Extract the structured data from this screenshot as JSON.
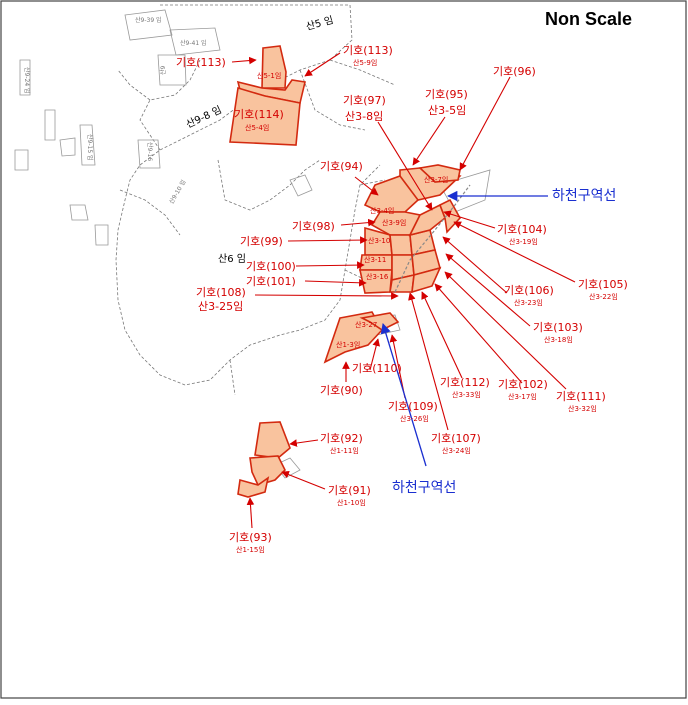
{
  "title": "Non Scale",
  "labels": {
    "l113a": {
      "main": "기호(113)",
      "sub": ""
    },
    "l113b": {
      "main": "기호(113)",
      "sub": "산5-9임"
    },
    "l114": {
      "main": "기호(114)",
      "sub": "산5-4임"
    },
    "l97": {
      "main": "기호(97)",
      "sub": "산3-8임"
    },
    "l95": {
      "main": "기호(95)",
      "sub": "산3-5임"
    },
    "l96": {
      "main": "기호(96)",
      "sub": ""
    },
    "l94": {
      "main": "기호(94)",
      "sub": ""
    },
    "l98": {
      "main": "기호(98)",
      "sub": ""
    },
    "l99": {
      "main": "기호(99)",
      "sub": ""
    },
    "l100": {
      "main": "기호(100)",
      "sub": ""
    },
    "l101": {
      "main": "기호(101)",
      "sub": ""
    },
    "l108": {
      "main": "기호(108)",
      "sub": "산3-25임"
    },
    "l104": {
      "main": "기호(104)",
      "sub": "산3-19임"
    },
    "l105": {
      "main": "기호(105)",
      "sub": "산3-22임"
    },
    "l106": {
      "main": "기호(106)",
      "sub": "산3-23임"
    },
    "l103": {
      "main": "기호(103)",
      "sub": "산3-18임"
    },
    "l111": {
      "main": "기호(111)",
      "sub": "산3-32임"
    },
    "l102": {
      "main": "기호(102)",
      "sub": "산3-17임"
    },
    "l112": {
      "main": "기호(112)",
      "sub": "산3-33임"
    },
    "l107": {
      "main": "기호(107)",
      "sub": "산3-24임"
    },
    "l109": {
      "main": "기호(109)",
      "sub": "산3-26임"
    },
    "l110": {
      "main": "기호(110)",
      "sub": ""
    },
    "l90": {
      "main": "기호(90)",
      "sub": ""
    },
    "l92": {
      "main": "기호(92)",
      "sub": "산1-11임"
    },
    "l91": {
      "main": "기호(91)",
      "sub": "산1-10임"
    },
    "l93": {
      "main": "기호(93)",
      "sub": "산1-15임"
    }
  },
  "black_labels": {
    "san5": "산5 임",
    "san9_8": "산9-8 임",
    "san6": "산6 임"
  },
  "inner_labels": {
    "san5_1": "산5-1임",
    "san3_7": "산3-7임",
    "san3_4": "산3-4임",
    "san3_9": "산3-9임",
    "san3_10": "산3-10",
    "san3_11": "산3-11",
    "san3_16": "산3-16",
    "san3_27": "산3-27",
    "san1_3": "산1-3임"
  },
  "river_line_label_1": "하천구역선",
  "river_line_label_2": "하천구역선",
  "colors": {
    "plot_fill": "#f9c39e",
    "plot_stroke": "#d32a10",
    "label_red": "#d40000",
    "river_blue": "#1a2fd0"
  }
}
